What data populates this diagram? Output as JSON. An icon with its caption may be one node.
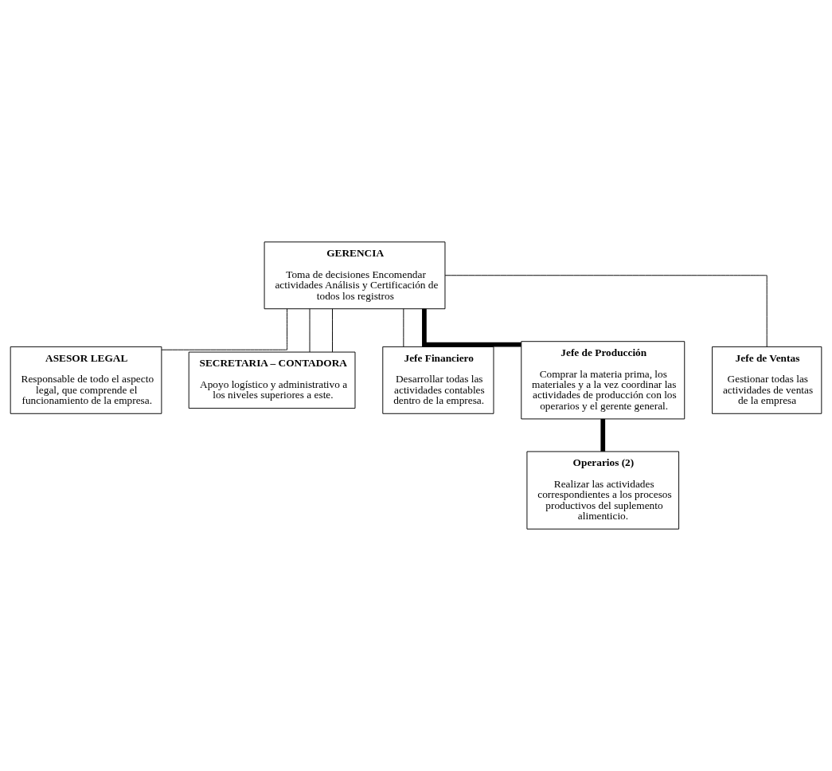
{
  "diagram": {
    "nodes": [
      {
        "text": [
          "GERENCIA",
          "Toma de decisiones Encomendar actividades Análisis y Certificación de todos los registros"
        ]
      },
      {
        "text": [
          "ASESOR LEGAL",
          "Responsable de todo el aspecto legal, que comprende el funcionamiento de la empresa."
        ]
      },
      {
        "text": [
          "SECRETARIA – CONTADORA",
          "Apoyo logístico y administrativo a los niveles superiores a este."
        ]
      },
      {
        "text": [
          "Jefe Financiero",
          "Desarrollar todas las actividades contables dentro de la empresa."
        ]
      },
      {
        "text": [
          "Jefe de Producción",
          "Comprar la materia prima, los materiales y a la vez coordinar las actividades de producción con los operarios y el gerente general."
        ]
      },
      {
        "text": [
          "Jefe de Ventas",
          "Gestionar todas las actividades de ventas de la empresa"
        ]
      },
      {
        "text": [
          "Operarios (2)",
          "Realizar las actividades correspondientes a los procesos productivos del suplemento alimenticio."
        ]
      }
    ],
    "edges": [
      {
        "from": 0,
        "to": 1,
        "arrow": "none"
      },
      {
        "from": 0,
        "to": 2,
        "arrow": "none"
      },
      {
        "from": 0,
        "to": 2,
        "arrow": "none"
      },
      {
        "from": 0,
        "to": 3,
        "arrow": "none"
      },
      {
        "from": 0,
        "to": 4,
        "arrow": "none",
        "style": "thick"
      },
      {
        "from": 0,
        "to": 5,
        "arrow": "none"
      },
      {
        "from": 4,
        "to": 6,
        "arrow": "none",
        "style": "thick"
      }
    ]
  }
}
